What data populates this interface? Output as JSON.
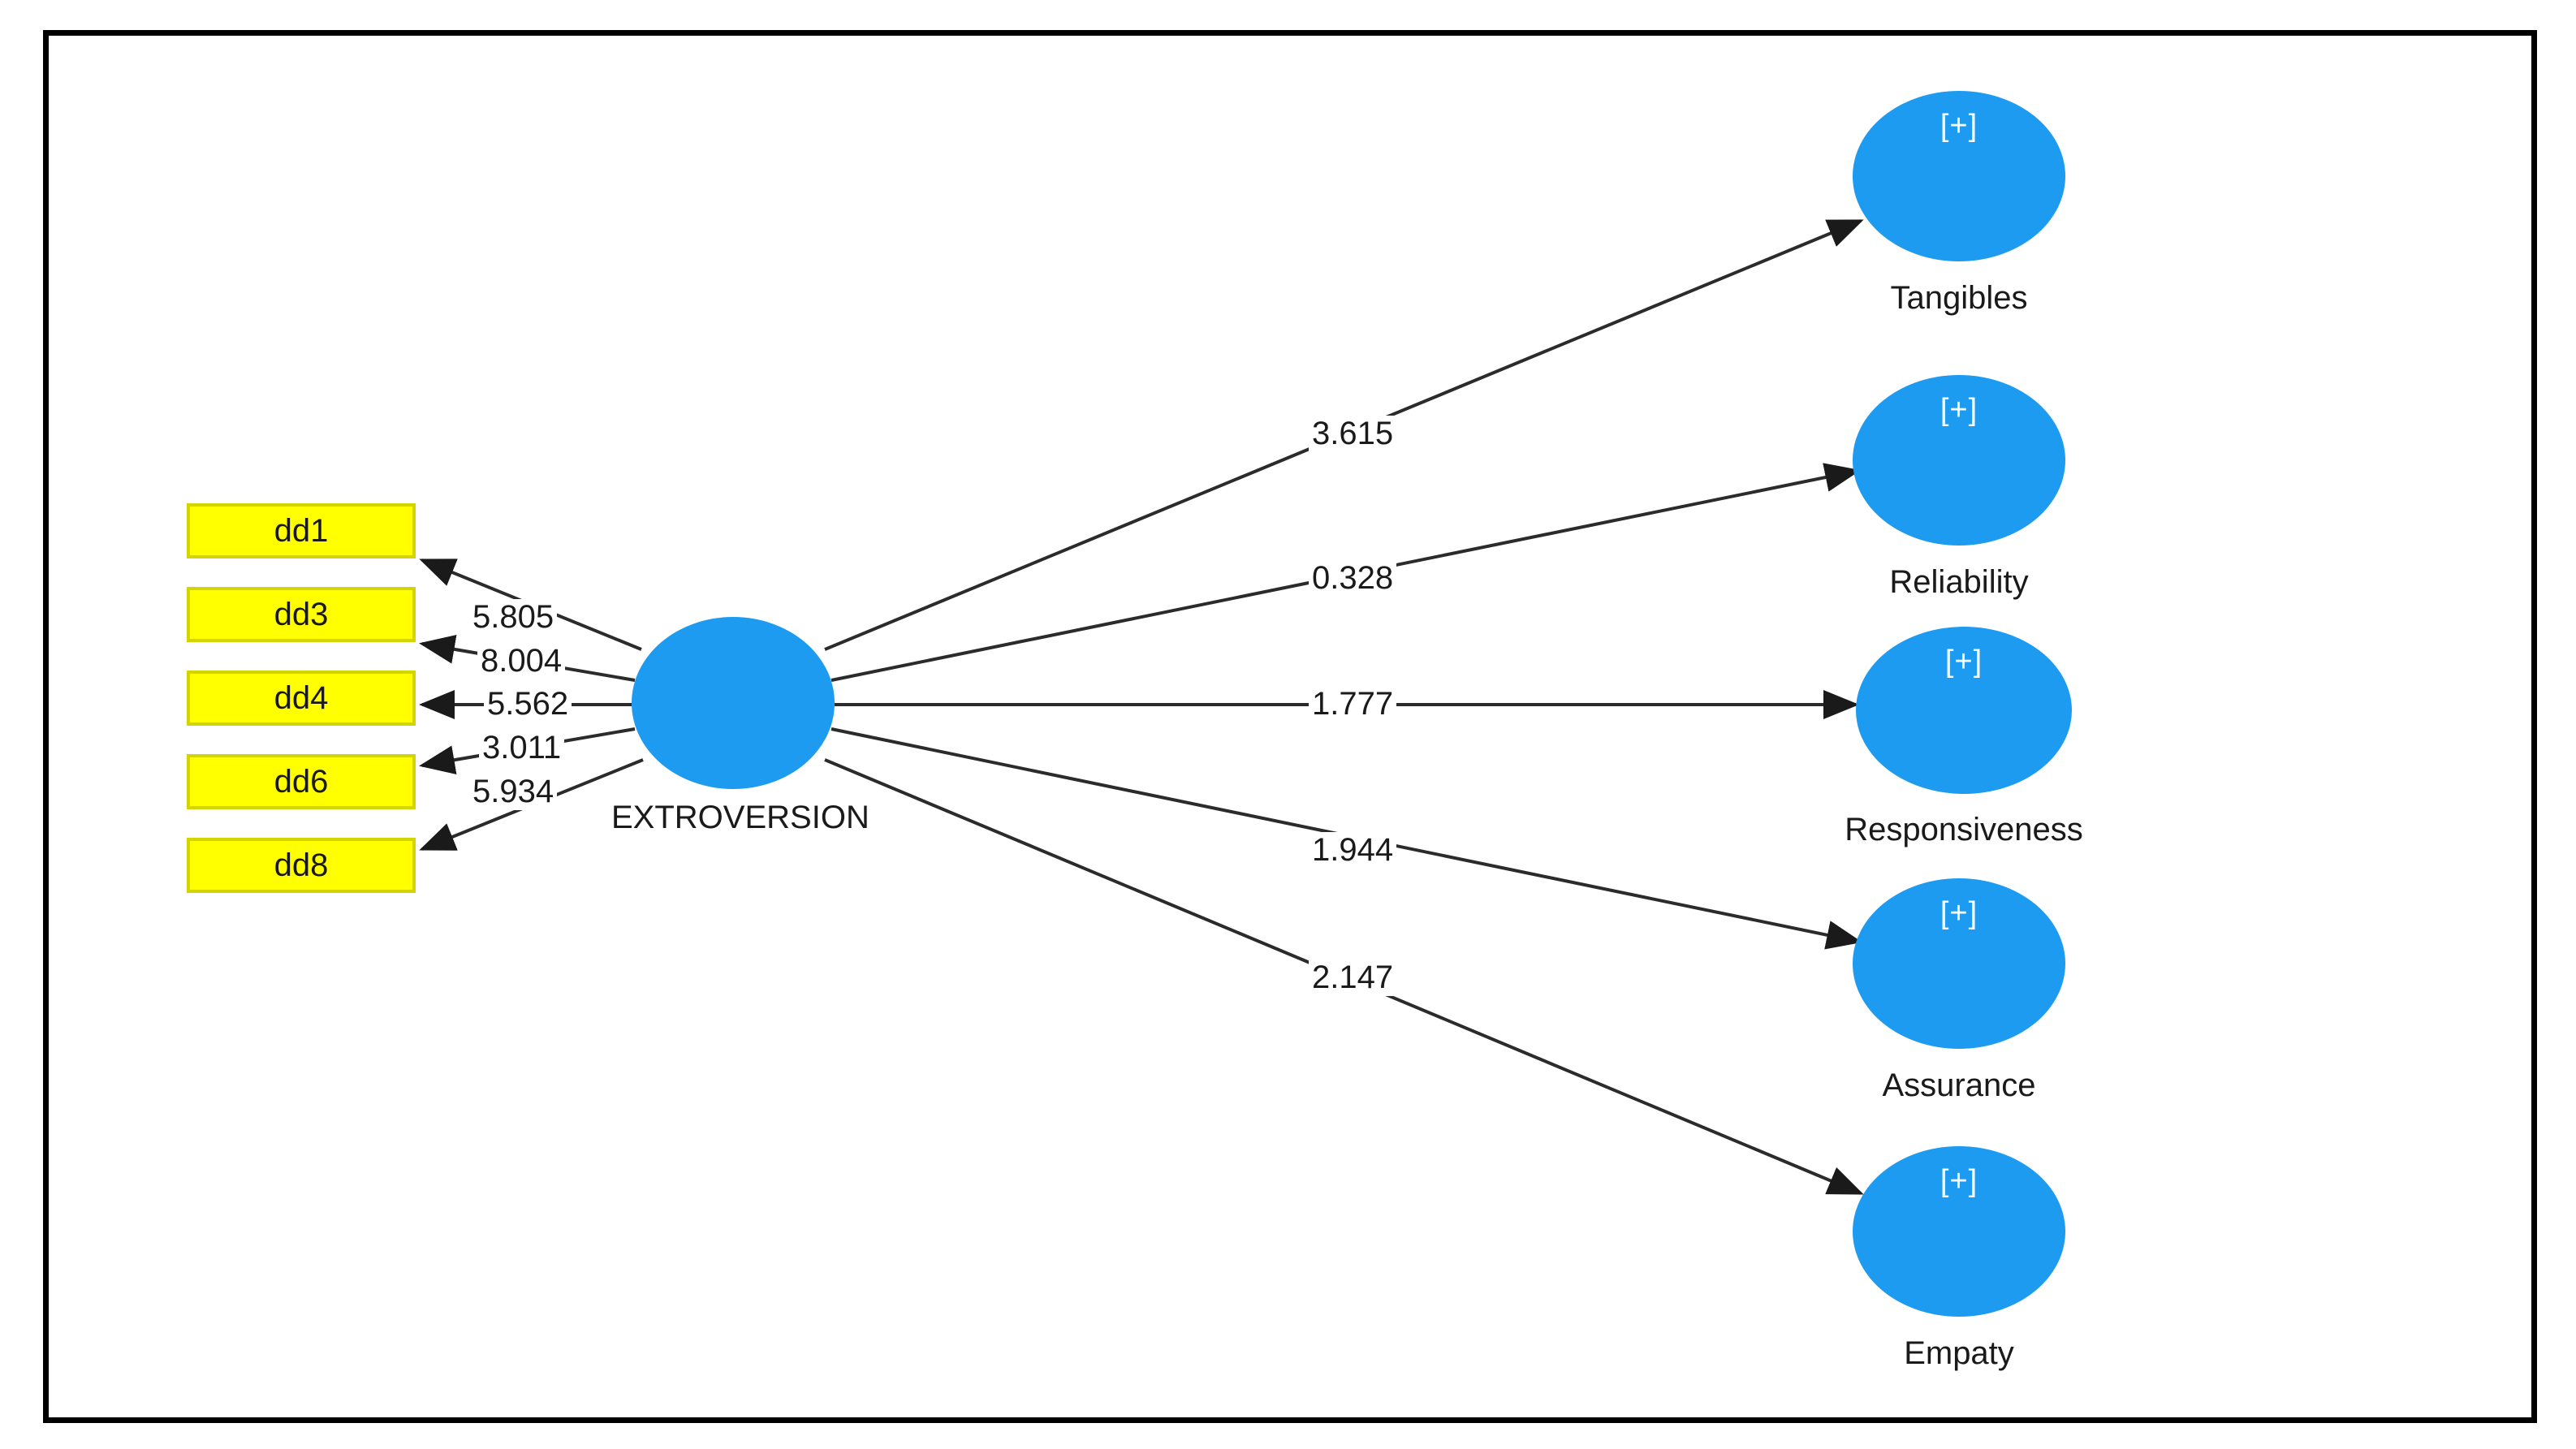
{
  "diagram": {
    "type": "sem-path-diagram",
    "border_color": "#000000",
    "background": "#ffffff",
    "latent": {
      "name": "EXTROVERSION",
      "label": "EXTROVERSION",
      "fill_color": "#1d9bf0"
    },
    "indicators": [
      {
        "id": "dd1",
        "label": "dd1",
        "loading": "5.805",
        "fill_color": "#ffff00"
      },
      {
        "id": "dd3",
        "label": "dd3",
        "loading": "8.004",
        "fill_color": "#ffff00"
      },
      {
        "id": "dd4",
        "label": "dd4",
        "loading": "5.562",
        "fill_color": "#ffff00"
      },
      {
        "id": "dd6",
        "label": "dd6",
        "loading": "3.011",
        "fill_color": "#ffff00"
      },
      {
        "id": "dd8",
        "label": "dd8",
        "loading": "5.934",
        "fill_color": "#ffff00"
      }
    ],
    "constructs": [
      {
        "id": "tangibles",
        "label": "Tangibles",
        "marker": "[+]",
        "path_value": "3.615",
        "fill_color": "#1d9bf0"
      },
      {
        "id": "reliability",
        "label": "Reliability",
        "marker": "[+]",
        "path_value": "0.328",
        "fill_color": "#1d9bf0"
      },
      {
        "id": "responsiveness",
        "label": "Responsiveness",
        "marker": "[+]",
        "path_value": "1.777",
        "fill_color": "#1d9bf0"
      },
      {
        "id": "assurance",
        "label": "Assurance",
        "marker": "[+]",
        "path_value": "1.944",
        "fill_color": "#1d9bf0"
      },
      {
        "id": "empaty",
        "label": "Empaty",
        "marker": "[+]",
        "path_value": "2.147",
        "fill_color": "#1d9bf0"
      }
    ]
  },
  "chart_data": {
    "type": "diagram",
    "title": "EXTROVERSION SEM path model",
    "nodes": [
      {
        "name": "dd1",
        "kind": "indicator"
      },
      {
        "name": "dd3",
        "kind": "indicator"
      },
      {
        "name": "dd4",
        "kind": "indicator"
      },
      {
        "name": "dd6",
        "kind": "indicator"
      },
      {
        "name": "dd8",
        "kind": "indicator"
      },
      {
        "name": "EXTROVERSION",
        "kind": "latent"
      },
      {
        "name": "Tangibles",
        "kind": "construct"
      },
      {
        "name": "Reliability",
        "kind": "construct"
      },
      {
        "name": "Responsiveness",
        "kind": "construct"
      },
      {
        "name": "Assurance",
        "kind": "construct"
      },
      {
        "name": "Empaty",
        "kind": "construct"
      }
    ],
    "edges": [
      {
        "from": "EXTROVERSION",
        "to": "dd1",
        "value": 5.805
      },
      {
        "from": "EXTROVERSION",
        "to": "dd3",
        "value": 8.004
      },
      {
        "from": "EXTROVERSION",
        "to": "dd4",
        "value": 5.562
      },
      {
        "from": "EXTROVERSION",
        "to": "dd6",
        "value": 3.011
      },
      {
        "from": "EXTROVERSION",
        "to": "dd8",
        "value": 5.934
      },
      {
        "from": "EXTROVERSION",
        "to": "Tangibles",
        "value": 3.615
      },
      {
        "from": "EXTROVERSION",
        "to": "Reliability",
        "value": 0.328
      },
      {
        "from": "EXTROVERSION",
        "to": "Responsiveness",
        "value": 1.777
      },
      {
        "from": "EXTROVERSION",
        "to": "Assurance",
        "value": 1.944
      },
      {
        "from": "EXTROVERSION",
        "to": "Empaty",
        "value": 2.147
      }
    ]
  }
}
